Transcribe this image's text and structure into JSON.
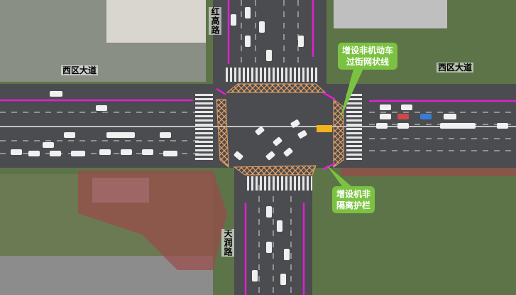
{
  "labels": {
    "road_west": "西区大道",
    "road_east": "西区大道",
    "road_north": "红高路",
    "road_south": "天润路"
  },
  "callouts": {
    "crossing_grid": [
      "增设非机动车",
      "过街网状线"
    ],
    "guardrail": [
      "增设机非",
      "隔离护栏"
    ]
  },
  "colors": {
    "guardrail_line": "#e020d0",
    "grid_marking": "#e8a060",
    "callout_bg": "#7cc242"
  }
}
